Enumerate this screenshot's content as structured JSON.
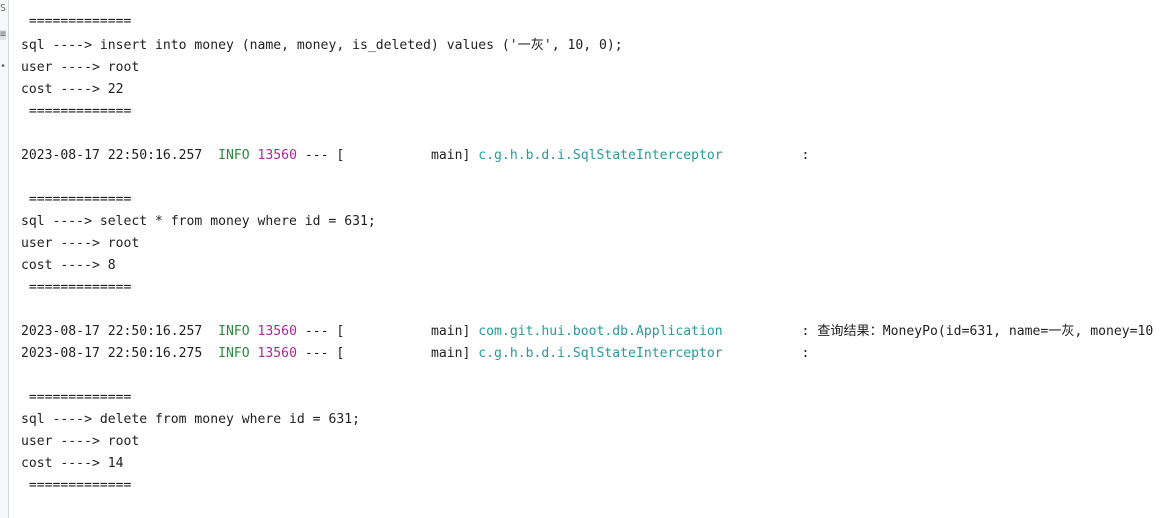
{
  "gutter_icons": [
    "scroll-icon",
    "wrap-icon",
    "pin-icon"
  ],
  "blocks": [
    {
      "type": "sql",
      "sep": " =============",
      "sql": "sql ----> insert into money (name, money, is_deleted) values ('一灰', 10, 0);",
      "user": "user ----> root",
      "cost": "cost ----> 22",
      "sep2": " ============="
    },
    {
      "type": "log",
      "ts": "2023-08-17 22:50:16.257",
      "level": "INFO",
      "pid": "13560",
      "thread": "--- [           main] ",
      "logger": "c.g.h.b.d.i.SqlStateInterceptor          ",
      "msg": ": "
    },
    {
      "type": "sql",
      "sep": " =============",
      "sql": "sql ----> select * from money where id = 631;",
      "user": "user ----> root",
      "cost": "cost ----> 8",
      "sep2": " ============="
    },
    {
      "type": "log",
      "ts": "2023-08-17 22:50:16.257",
      "level": "INFO",
      "pid": "13560",
      "thread": "--- [           main] ",
      "logger": "com.git.hui.boot.db.Application          ",
      "msg": ": 查询结果：MoneyPo(id=631, name=一灰, money=10"
    },
    {
      "type": "log",
      "ts": "2023-08-17 22:50:16.275",
      "level": "INFO",
      "pid": "13560",
      "thread": "--- [           main] ",
      "logger": "c.g.h.b.d.i.SqlStateInterceptor          ",
      "msg": ": "
    },
    {
      "type": "sql",
      "sep": " =============",
      "sql": "sql ----> delete from money where id = 631;",
      "user": "user ----> root",
      "cost": "cost ----> 14",
      "sep2": " ============="
    }
  ]
}
